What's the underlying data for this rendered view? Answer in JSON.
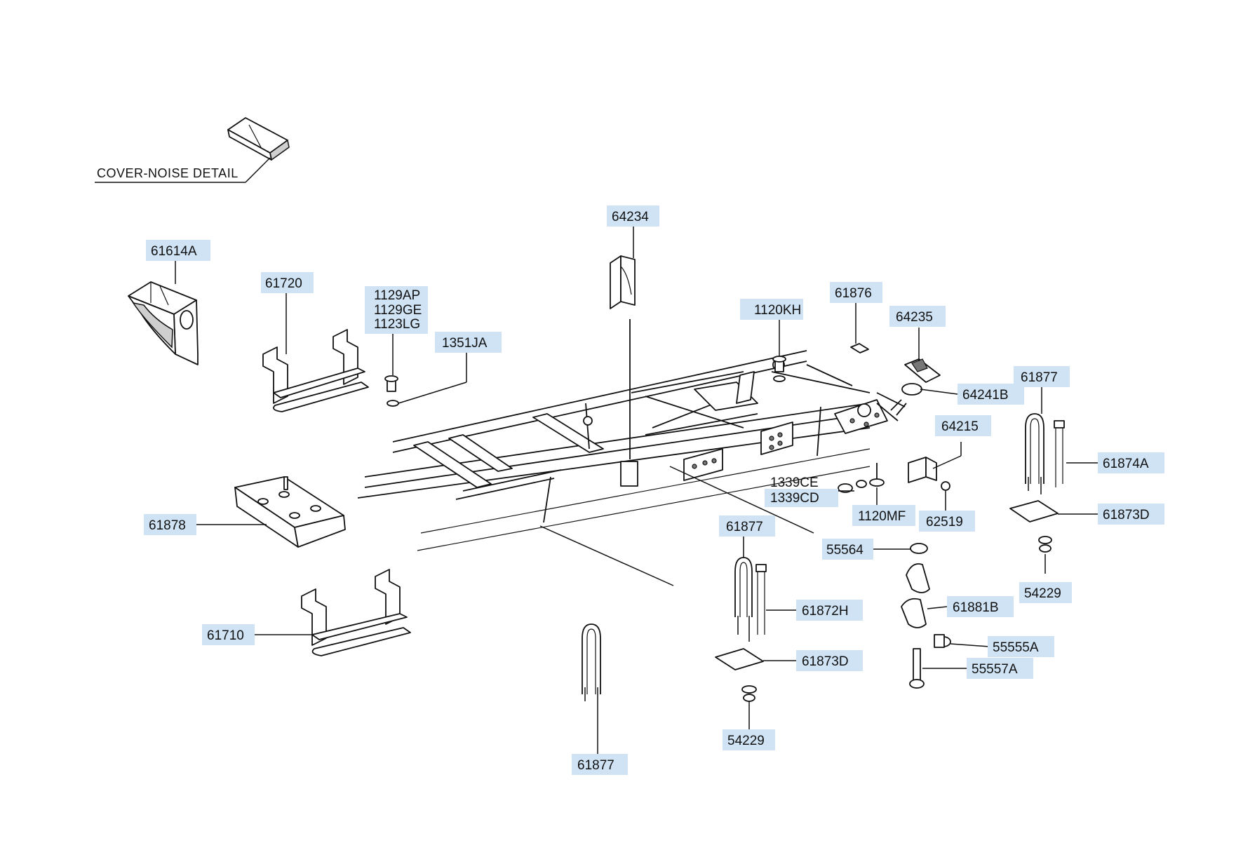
{
  "detail": {
    "title": "COVER-NOISE DETAIL"
  },
  "labels": [
    {
      "id": "61614A",
      "text": "61614A"
    },
    {
      "id": "61720",
      "text": "61720"
    },
    {
      "id": "1129AP",
      "text": "1129AP"
    },
    {
      "id": "1129GE",
      "text": "1129GE"
    },
    {
      "id": "1123LG",
      "text": "1123LG"
    },
    {
      "id": "1351JA",
      "text": "1351JA"
    },
    {
      "id": "64234",
      "text": "64234"
    },
    {
      "id": "1120KH",
      "text": "1120KH"
    },
    {
      "id": "61876",
      "text": "61876"
    },
    {
      "id": "64235",
      "text": "64235"
    },
    {
      "id": "64241B",
      "text": "64241B"
    },
    {
      "id": "61877-right",
      "text": "61877"
    },
    {
      "id": "64215",
      "text": "64215"
    },
    {
      "id": "61874A",
      "text": "61874A"
    },
    {
      "id": "1339CE",
      "text": "1339CE"
    },
    {
      "id": "1339CD",
      "text": "1339CD"
    },
    {
      "id": "1120MF",
      "text": "1120MF"
    },
    {
      "id": "62519",
      "text": "62519"
    },
    {
      "id": "61873D-right",
      "text": "61873D"
    },
    {
      "id": "61878",
      "text": "61878"
    },
    {
      "id": "61877-mid",
      "text": "61877"
    },
    {
      "id": "55564",
      "text": "55564"
    },
    {
      "id": "54229-right",
      "text": "54229"
    },
    {
      "id": "61872H",
      "text": "61872H"
    },
    {
      "id": "61881B",
      "text": "61881B"
    },
    {
      "id": "61710",
      "text": "61710"
    },
    {
      "id": "55555A",
      "text": "55555A"
    },
    {
      "id": "61873D-mid",
      "text": "61873D"
    },
    {
      "id": "55557A",
      "text": "55557A"
    },
    {
      "id": "54229-mid",
      "text": "54229"
    },
    {
      "id": "61877-bottom",
      "text": "61877"
    }
  ]
}
